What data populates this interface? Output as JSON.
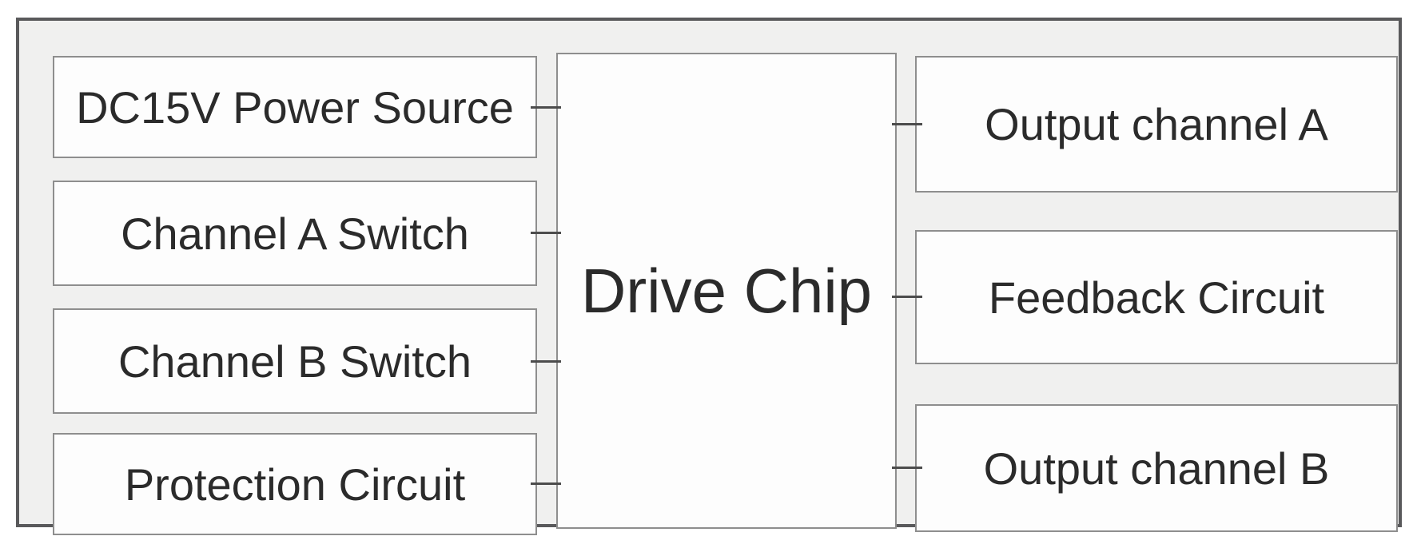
{
  "diagram": {
    "center_block": {
      "label": "Drive Chip"
    },
    "input_blocks": [
      {
        "label": "DC15V Power Source"
      },
      {
        "label": "Channel A Switch"
      },
      {
        "label": "Channel B Switch"
      },
      {
        "label": "Protection Circuit"
      }
    ],
    "output_blocks": [
      {
        "label": "Output channel A"
      },
      {
        "label": "Feedback Circuit"
      },
      {
        "label": "Output channel B"
      }
    ],
    "connections": [
      {
        "from": "DC15V Power Source",
        "to": "Drive Chip"
      },
      {
        "from": "Channel A Switch",
        "to": "Drive Chip"
      },
      {
        "from": "Channel B Switch",
        "to": "Drive Chip"
      },
      {
        "from": "Protection Circuit",
        "to": "Drive Chip"
      },
      {
        "from": "Drive Chip",
        "to": "Output channel A"
      },
      {
        "from": "Drive Chip",
        "to": "Feedback Circuit"
      },
      {
        "from": "Drive Chip",
        "to": "Output channel B"
      }
    ],
    "colors": {
      "frame_bg": "#f0f0ef",
      "frame_border": "#59595b",
      "box_bg": "#fdfdfd",
      "box_border": "#8e8e8e",
      "text": "#2b2b2b",
      "connector": "#4c4c4c"
    }
  }
}
